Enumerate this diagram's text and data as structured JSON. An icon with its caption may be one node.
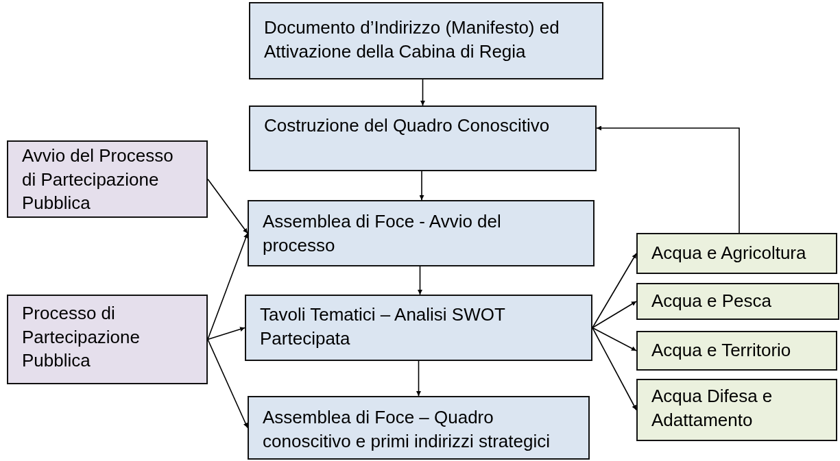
{
  "diagram": {
    "nodes": [
      {
        "text": [
          "Documento d’Indirizzo (Manifesto) ed Attivazione della Cabina di Regia"
        ]
      },
      {
        "text": [
          "Costruzione del Quadro Conoscitivo"
        ]
      },
      {
        "text": [
          "Avvio del Processo di Partecipazione Pubblica"
        ]
      },
      {
        "text": [
          "Assemblea di Foce - Avvio del processo"
        ]
      },
      {
        "text": [
          "Processo di Partecipazione Pubblica"
        ]
      },
      {
        "text": [
          "Tavoli Tematici – Analisi SWOT Partecipata"
        ]
      },
      {
        "text": [
          "Assemblea di Foce – Quadro conoscitivo e primi indirizzi strategici"
        ]
      },
      {
        "text": [
          "Acqua e Agricoltura"
        ]
      },
      {
        "text": [
          "Acqua e Pesca"
        ]
      },
      {
        "text": [
          "Acqua e Territorio"
        ]
      },
      {
        "text": [
          "Acqua Difesa e Adattamento"
        ]
      }
    ],
    "edges": [
      {
        "from": 0,
        "to": 1,
        "arrow": "to"
      },
      {
        "from": 1,
        "to": 3,
        "arrow": "to"
      },
      {
        "from": 3,
        "to": 5,
        "arrow": "to"
      },
      {
        "from": 5,
        "to": 6,
        "arrow": "to"
      },
      {
        "from": 2,
        "to": 3,
        "arrow": "to"
      },
      {
        "from": 4,
        "to": 3,
        "arrow": "to"
      },
      {
        "from": 4,
        "to": 5,
        "arrow": "to"
      },
      {
        "from": 4,
        "to": 6,
        "arrow": "to"
      },
      {
        "from": 5,
        "to": 7,
        "arrow": "to"
      },
      {
        "from": 5,
        "to": 8,
        "arrow": "to"
      },
      {
        "from": 5,
        "to": 9,
        "arrow": "to"
      },
      {
        "from": 5,
        "to": 10,
        "arrow": "to"
      },
      {
        "from": 7,
        "to": 1,
        "arrow": "to"
      }
    ]
  }
}
